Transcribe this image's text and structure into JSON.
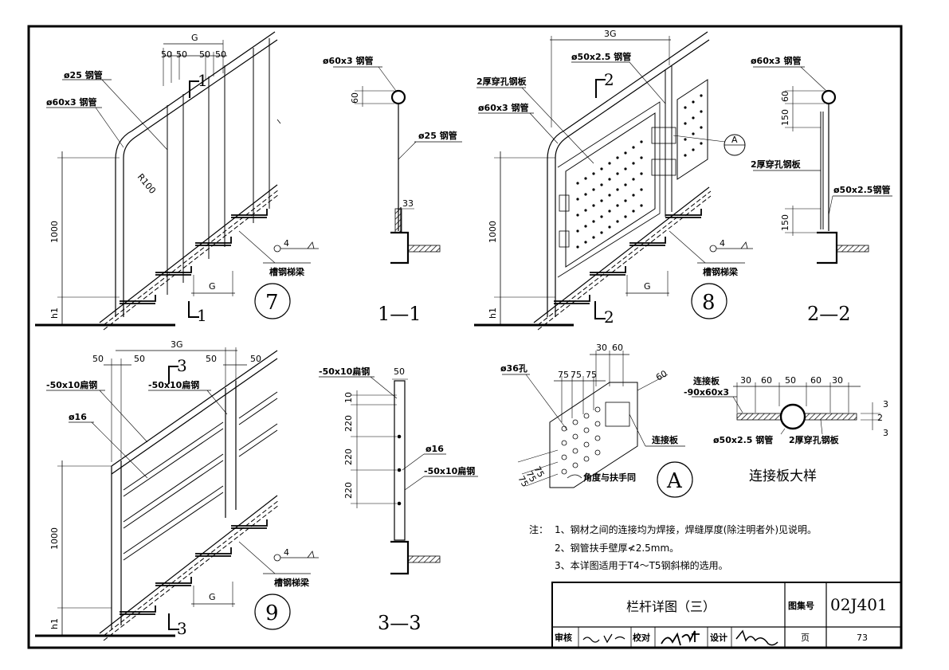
{
  "sheet": {
    "title": "栏杆详图（三）",
    "atlas_label": "图集号",
    "atlas_no": "02J401",
    "page_label": "页",
    "page_no": "73",
    "review_label": "审核",
    "check_label": "校对",
    "design_label": "设计"
  },
  "notes": {
    "prefix": "注：",
    "items": [
      "1、钢材之间的连接均为焊接，焊缝厚度(除注明者外)见说明。",
      "2、钢管扶手壁厚≮2.5mm。",
      "3、本详图适用于T4～T5钢斜梯的选用。"
    ]
  },
  "d7": {
    "num": "7",
    "g": "G",
    "d50a": "50",
    "d50b": "50",
    "d50c": "50",
    "d50d": "50",
    "sec1": "1",
    "pipe25": "ø25 钢管",
    "pipe60": "ø60x3 钢管",
    "r100": "R100",
    "h1000": "1000",
    "h1": "h1",
    "g2": "G",
    "weld": "4",
    "beam": "槽钢梯梁"
  },
  "s11": {
    "title": "1—1",
    "pipe60": "ø60x3 钢管",
    "d60": "60",
    "pipe25": "ø25 钢管",
    "d33": "33"
  },
  "d8": {
    "num": "8",
    "d3g": "3G",
    "pipe50": "ø50x2.5 钢管",
    "sec2": "2",
    "plate": "2厚穿孔钢板",
    "pipe60": "ø60x3 钢管",
    "callout": "A",
    "h1000": "1000",
    "h1": "h1",
    "g": "G",
    "weld": "4",
    "beam": "槽钢梯梁"
  },
  "s22": {
    "title": "2—2",
    "pipe60": "ø60x3 钢管",
    "d60": "60",
    "d150a": "150",
    "plate": "2厚穿孔钢板",
    "pipe50": "ø50x2.5钢管",
    "d150b": "150"
  },
  "d9": {
    "num": "9",
    "d50a": "50",
    "d50b": "50",
    "d50c": "50",
    "d50d": "50",
    "d3g": "3G",
    "sec3": "3",
    "flat1": "-50x10扁钢",
    "flat2": "-50x10扁钢",
    "rod16": "ø16",
    "h1000": "1000",
    "h1": "h1",
    "g": "G",
    "weld": "4",
    "beam": "槽钢梯梁"
  },
  "s33": {
    "title": "3—3",
    "flat": "-50x10扁钢",
    "d50": "50",
    "d10": "10",
    "d220a": "220",
    "d220b": "220",
    "d220c": "220",
    "rod16": "ø16",
    "flat2": "-50x10扁钢"
  },
  "dA": {
    "num": "A",
    "d30": "30",
    "d60": "60",
    "hole": "ø36孔",
    "d75a": "75",
    "d75b": "75",
    "d75c": "75",
    "d60b": "60",
    "link": "连接板",
    "angle": "角度与扶手同",
    "v75a": "75",
    "v75b": "75",
    "v75c": "75"
  },
  "joint": {
    "title": "连接板大样",
    "link": "连接板",
    "size": "-90x60x3",
    "d30a": "30",
    "d60a": "60",
    "d50": "50",
    "d60b": "60",
    "d30b": "30",
    "pipe": "ø50x2.5 钢管",
    "plate": "2厚穿孔钢板",
    "t3a": "3",
    "t3b": "3",
    "t2": "2"
  }
}
